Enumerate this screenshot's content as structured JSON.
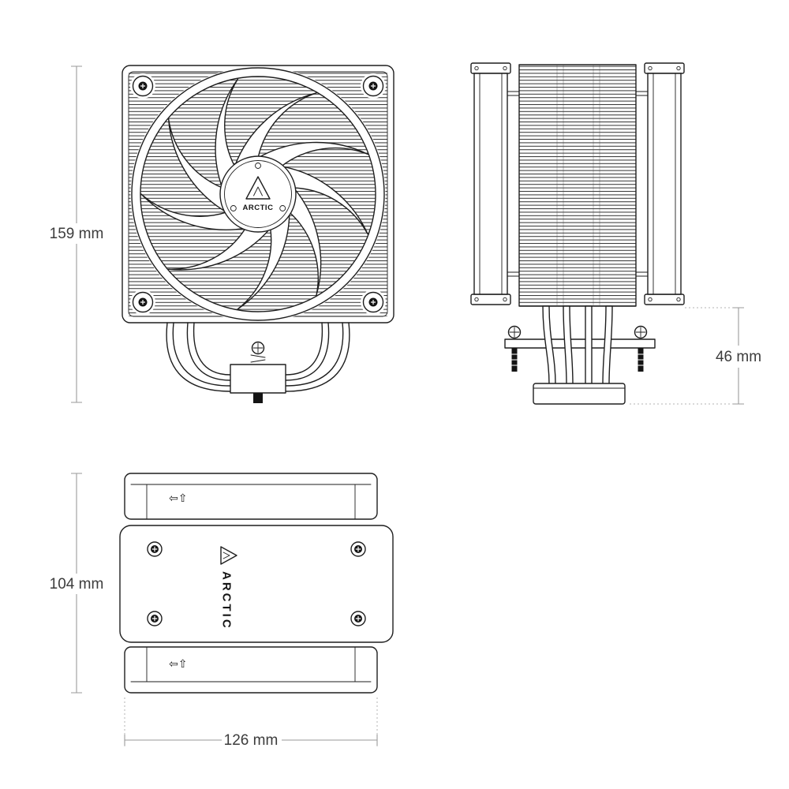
{
  "brand": {
    "name": "ARCTIC"
  },
  "views": {
    "front": {
      "hub_logo": "ARCTIC"
    },
    "top": {
      "plate_logo": "ARCTIC",
      "airflow_icons": "⇦⇧"
    }
  },
  "dimensions": {
    "front_height": "159 mm",
    "base_height": "46 mm",
    "top_depth": "104 mm",
    "top_width": "126 mm"
  },
  "colors": {
    "line": "#1e1e1e",
    "dark": "#141414",
    "dim": "#9a9a9a",
    "text": "#3c3c3c",
    "background": "#ffffff"
  }
}
